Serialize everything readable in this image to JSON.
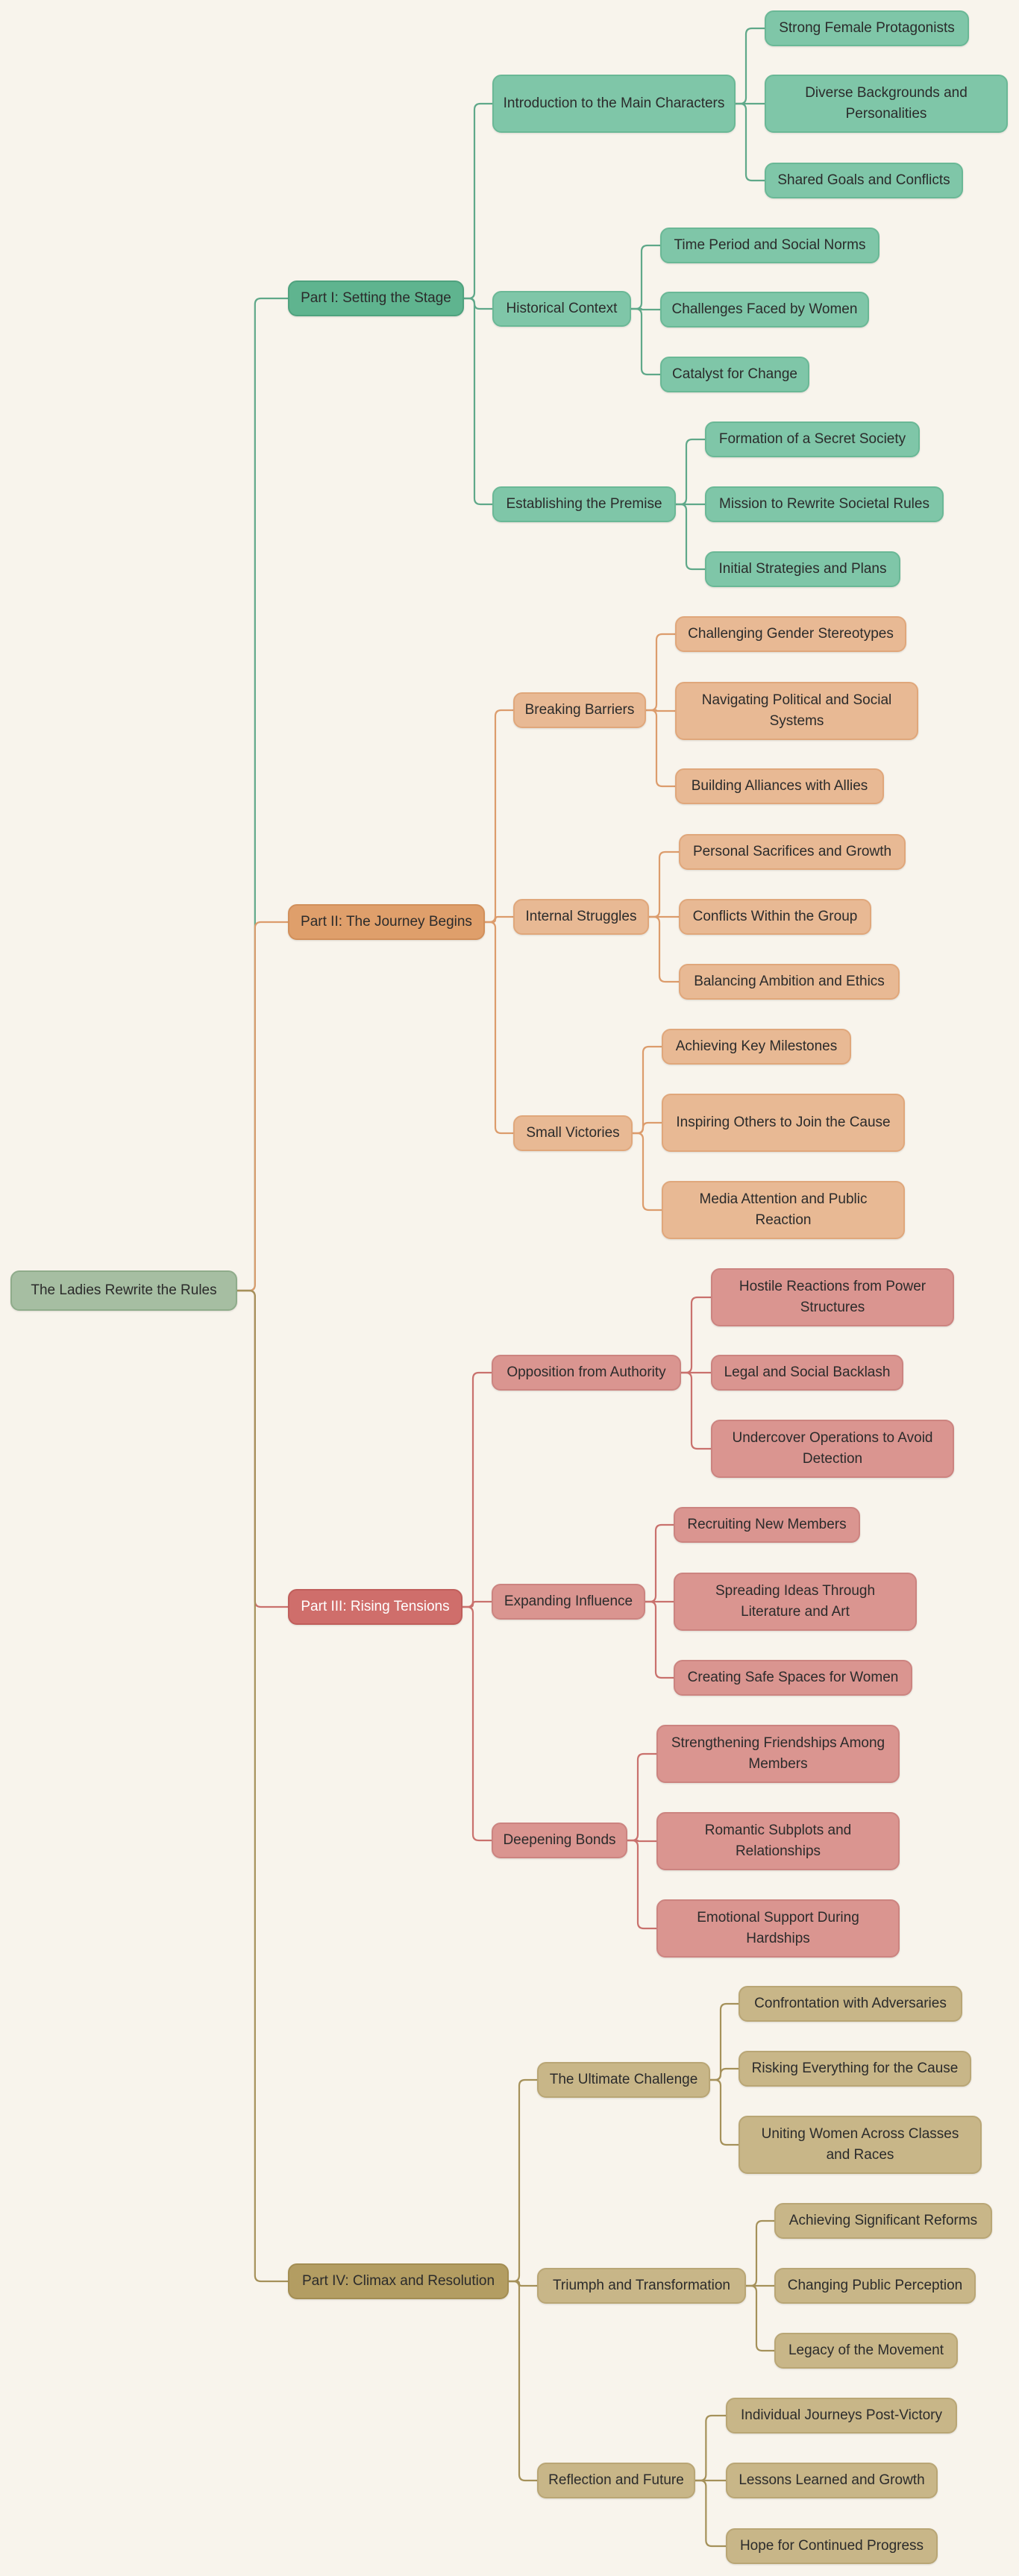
{
  "root": {
    "label": "The Ladies Rewrite the Rules"
  },
  "colors": {
    "setting": "#5fb48f",
    "journey": "#df9f6b",
    "tensions": "#cf6e6b",
    "climax": "#b39d62",
    "root": "#a6bea2"
  },
  "parts": [
    {
      "label": "Part I: Setting the Stage",
      "sections": [
        {
          "label": "Introduction to the Main Characters",
          "topics": [
            "Strong Female Protagonists",
            "Diverse Backgrounds and Personalities",
            "Shared Goals and Conflicts"
          ]
        },
        {
          "label": "Historical Context",
          "topics": [
            "Time Period and Social Norms",
            "Challenges Faced by Women",
            "Catalyst for Change"
          ]
        },
        {
          "label": "Establishing the Premise",
          "topics": [
            "Formation of a Secret Society",
            "Mission to Rewrite Societal Rules",
            "Initial Strategies and Plans"
          ]
        }
      ]
    },
    {
      "label": "Part II: The Journey Begins",
      "sections": [
        {
          "label": "Breaking Barriers",
          "topics": [
            "Challenging Gender Stereotypes",
            "Navigating Political and Social Systems",
            "Building Alliances with Allies"
          ]
        },
        {
          "label": "Internal Struggles",
          "topics": [
            "Personal Sacrifices and Growth",
            "Conflicts Within the Group",
            "Balancing Ambition and Ethics"
          ]
        },
        {
          "label": "Small Victories",
          "topics": [
            "Achieving Key Milestones",
            "Inspiring Others to Join the Cause",
            "Media Attention and Public Reaction"
          ]
        }
      ]
    },
    {
      "label": "Part III: Rising Tensions",
      "sections": [
        {
          "label": "Opposition from Authority",
          "topics": [
            "Hostile Reactions from Power Structures",
            "Legal and Social Backlash",
            "Undercover Operations to Avoid Detection"
          ]
        },
        {
          "label": "Expanding Influence",
          "topics": [
            "Recruiting New Members",
            "Spreading Ideas Through Literature and Art",
            "Creating Safe Spaces for Women"
          ]
        },
        {
          "label": "Deepening Bonds",
          "topics": [
            "Strengthening Friendships Among Members",
            "Romantic Subplots and Relationships",
            "Emotional Support During Hardships"
          ]
        }
      ]
    },
    {
      "label": "Part IV: Climax and Resolution",
      "sections": [
        {
          "label": "The Ultimate Challenge",
          "topics": [
            "Confrontation with Adversaries",
            "Risking Everything for the Cause",
            "Uniting Women Across Classes and Races"
          ]
        },
        {
          "label": "Triumph and Transformation",
          "topics": [
            "Achieving Significant Reforms",
            "Changing Public Perception",
            "Legacy of the Movement"
          ]
        },
        {
          "label": "Reflection and Future",
          "topics": [
            "Individual Journeys Post-Victory",
            "Lessons Learned and Growth",
            "Hope for Continued Progress"
          ]
        }
      ]
    }
  ]
}
